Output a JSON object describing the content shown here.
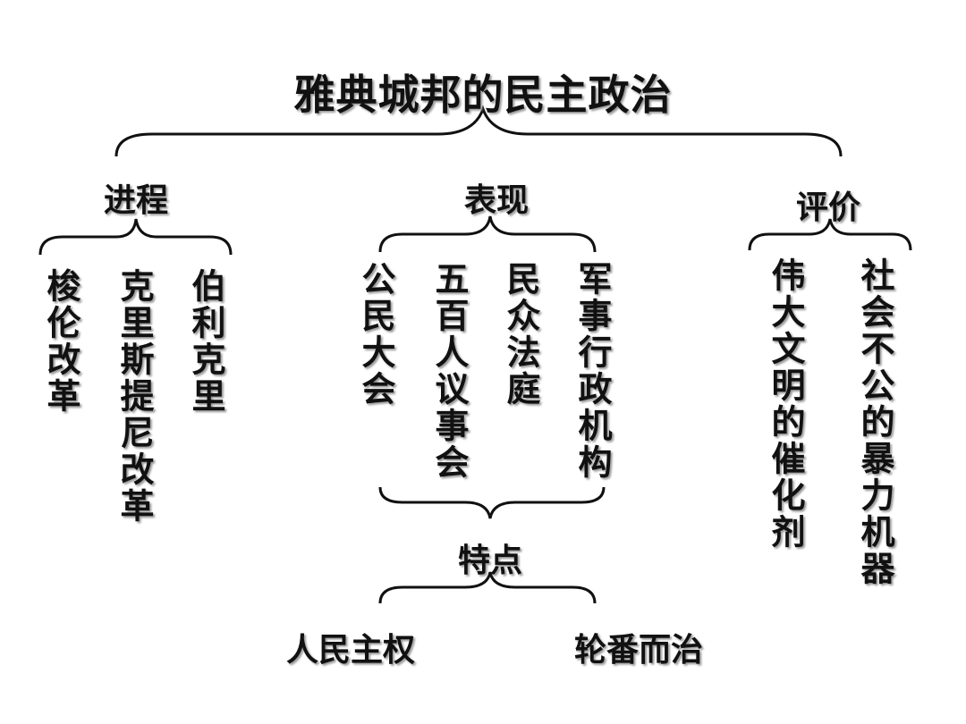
{
  "title": "雅典城邦的民主政治",
  "branches": {
    "process": {
      "label": "进程",
      "items": [
        "梭伦改革",
        "克里斯提尼改革",
        "伯利克里"
      ]
    },
    "manifestation": {
      "label": "表现",
      "items": [
        "公民大会",
        "五百人议事会",
        "民众法庭",
        "军事行政机构"
      ]
    },
    "evaluation": {
      "label": "评价",
      "items": [
        "伟大文明的催化剂",
        "社会不公的暴力机器"
      ]
    }
  },
  "features": {
    "label": "特点",
    "items": [
      "人民主权",
      "轮番而治"
    ]
  }
}
